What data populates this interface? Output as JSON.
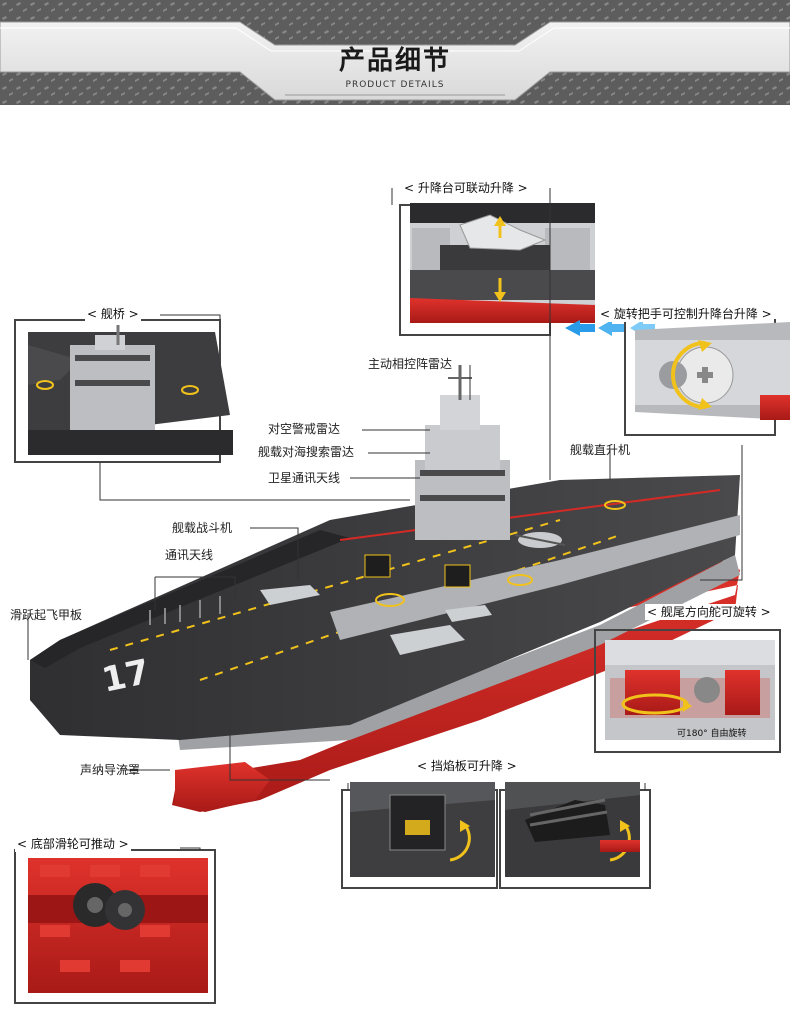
{
  "banner": {
    "title": "产品细节",
    "subtitle": "PRODUCT DETAILS"
  },
  "callouts": {
    "lift": "< 升降台可联动升降 >",
    "bridge": "< 舰桥 >",
    "handle": "< 旋转把手可控制升降台升降 >",
    "rudder": "< 舰尾方向舵可旋转 >",
    "deflector": "< 挡焰板可升降 >",
    "wheels": "< 底部滑轮可推动 >"
  },
  "labels": {
    "radar_phased": "主动相控阵雷达",
    "radar_air": "对空警戒雷达",
    "radar_sea": "舰载对海搜索雷达",
    "sat_antenna": "卫星通讯天线",
    "helicopter": "舰载直升机",
    "fighter": "舰载战斗机",
    "comm_antenna": "通讯天线",
    "ski_jump": "滑跃起飞甲板",
    "sonar": "声纳导流罩"
  },
  "rudder_note": "可180° 自由旋转",
  "hull_number": "17",
  "colors": {
    "hull_red": "#d42a25",
    "deck": "#3b3b3d",
    "superstructure": "#b7b9bd",
    "arrow_blue": "#2a9be8",
    "rotate_yellow": "#f1c21b"
  }
}
